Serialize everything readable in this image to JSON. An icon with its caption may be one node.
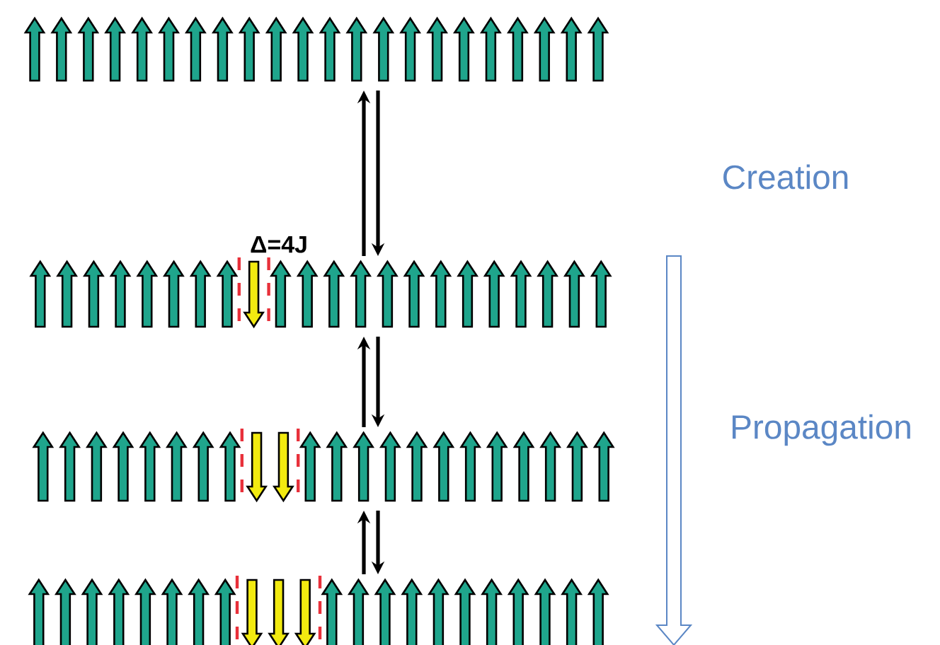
{
  "diagram": {
    "nodes": [
      {
        "text": [],
        "shape": "picture"
      },
      {
        "text": [],
        "shape": "picture",
        "beside": [
          "Δ=4J"
        ]
      },
      {
        "text": [],
        "shape": "picture"
      },
      {
        "text": [],
        "shape": "picture"
      }
    ],
    "edges": [
      {
        "from": 1,
        "to": 0,
        "arrow": "to"
      },
      {
        "from": 0,
        "to": 1,
        "arrow": "to"
      },
      {
        "from": 2,
        "to": 1,
        "arrow": "to"
      },
      {
        "from": 1,
        "to": 2,
        "arrow": "to"
      },
      {
        "from": 3,
        "to": 2,
        "arrow": "to"
      },
      {
        "from": 2,
        "to": 3,
        "arrow": "to"
      }
    ],
    "labels": [
      "Creation",
      "Propagation"
    ]
  }
}
